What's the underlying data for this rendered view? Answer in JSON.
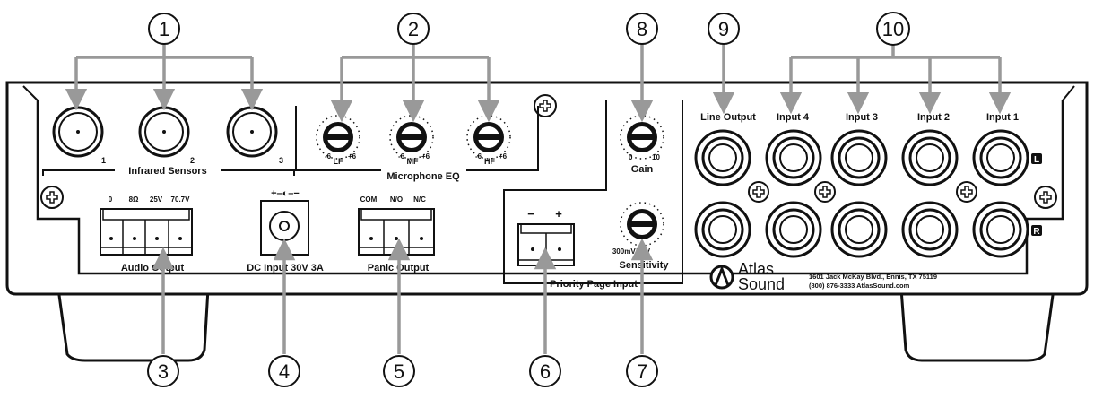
{
  "callouts": [
    "1",
    "2",
    "3",
    "4",
    "5",
    "6",
    "7",
    "8",
    "9",
    "10"
  ],
  "labels": {
    "infrared_sensors": "Infrared Sensors",
    "mic_eq": "Microphone EQ",
    "audio_output": "Audio Output",
    "dc_input": "DC Input 30V 3A",
    "panic_output": "Panic Output",
    "priority_page": "Priority Page Input",
    "gain": "Gain",
    "sensitivity": "Sensitivity",
    "line_output": "Line Output",
    "input4": "Input 4",
    "input3": "Input 3",
    "input2": "Input 2",
    "input1": "Input 1",
    "address_line1": "1601 Jack McKay Blvd., Ennis, TX 75119",
    "address_line2": "(800) 876-3333 AtlasSound.com",
    "brand_atlas": "Atlas",
    "brand_sound": "Sound"
  },
  "sensor_numbers": [
    "1",
    "2",
    "3"
  ],
  "eq_knobs": [
    {
      "label": "LF",
      "min": "-6",
      "max": "+6"
    },
    {
      "label": "MF",
      "min": "-6",
      "max": "+6"
    },
    {
      "label": "HF",
      "min": "-6",
      "max": "+6"
    }
  ],
  "audio_terminals": [
    "0",
    "8Ω",
    "25V",
    "70.7V"
  ],
  "panic_terminals": [
    "COM",
    "N/O",
    "N/C"
  ],
  "page_terminals": [
    "−",
    "+"
  ],
  "dc_polarity": "+–◐–−",
  "gain_scale": {
    "min": "0",
    "max": "10"
  },
  "sensitivity_values": "300mV/25V",
  "channel_markers": {
    "left": "L",
    "right": "R"
  }
}
